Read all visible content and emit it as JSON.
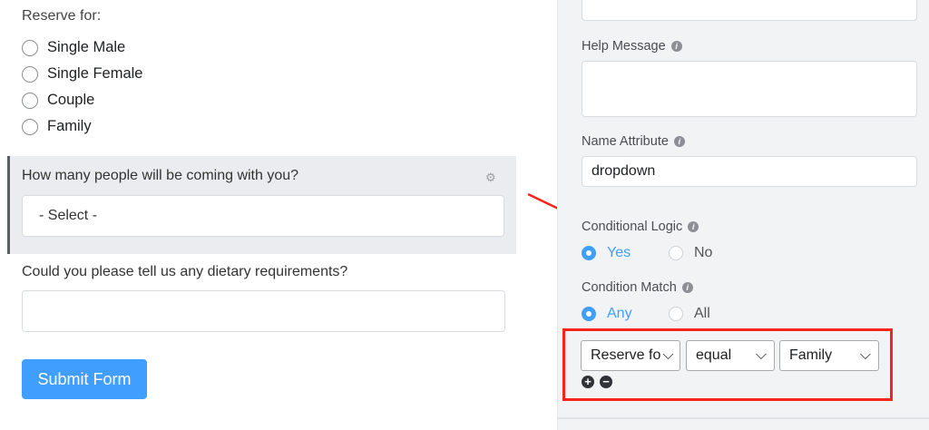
{
  "form": {
    "reserve_label": "Reserve for:",
    "reserve_options": [
      "Single Male",
      "Single Female",
      "Couple",
      "Family"
    ],
    "people_question": "How many people will be coming with you?",
    "people_select": "- Select -",
    "dietary_question": "Could you please tell us any dietary requirements?",
    "dietary_value": "",
    "submit_label": "Submit Form"
  },
  "settings": {
    "help_message_label": "Help Message",
    "help_message_value": "",
    "name_attribute_label": "Name Attribute",
    "name_attribute_value": "dropdown",
    "conditional_logic_label": "Conditional Logic",
    "conditional_logic_options": [
      "Yes",
      "No"
    ],
    "conditional_logic_selected": "Yes",
    "condition_match_label": "Condition Match",
    "condition_match_options": [
      "Any",
      "All"
    ],
    "condition_match_selected": "Any",
    "rule": {
      "field": "Reserve fo",
      "operator": "equal",
      "value": "Family"
    }
  },
  "colors": {
    "accent": "#409eff",
    "highlight_box": "#f5251b",
    "arrow": "#f5251b"
  }
}
